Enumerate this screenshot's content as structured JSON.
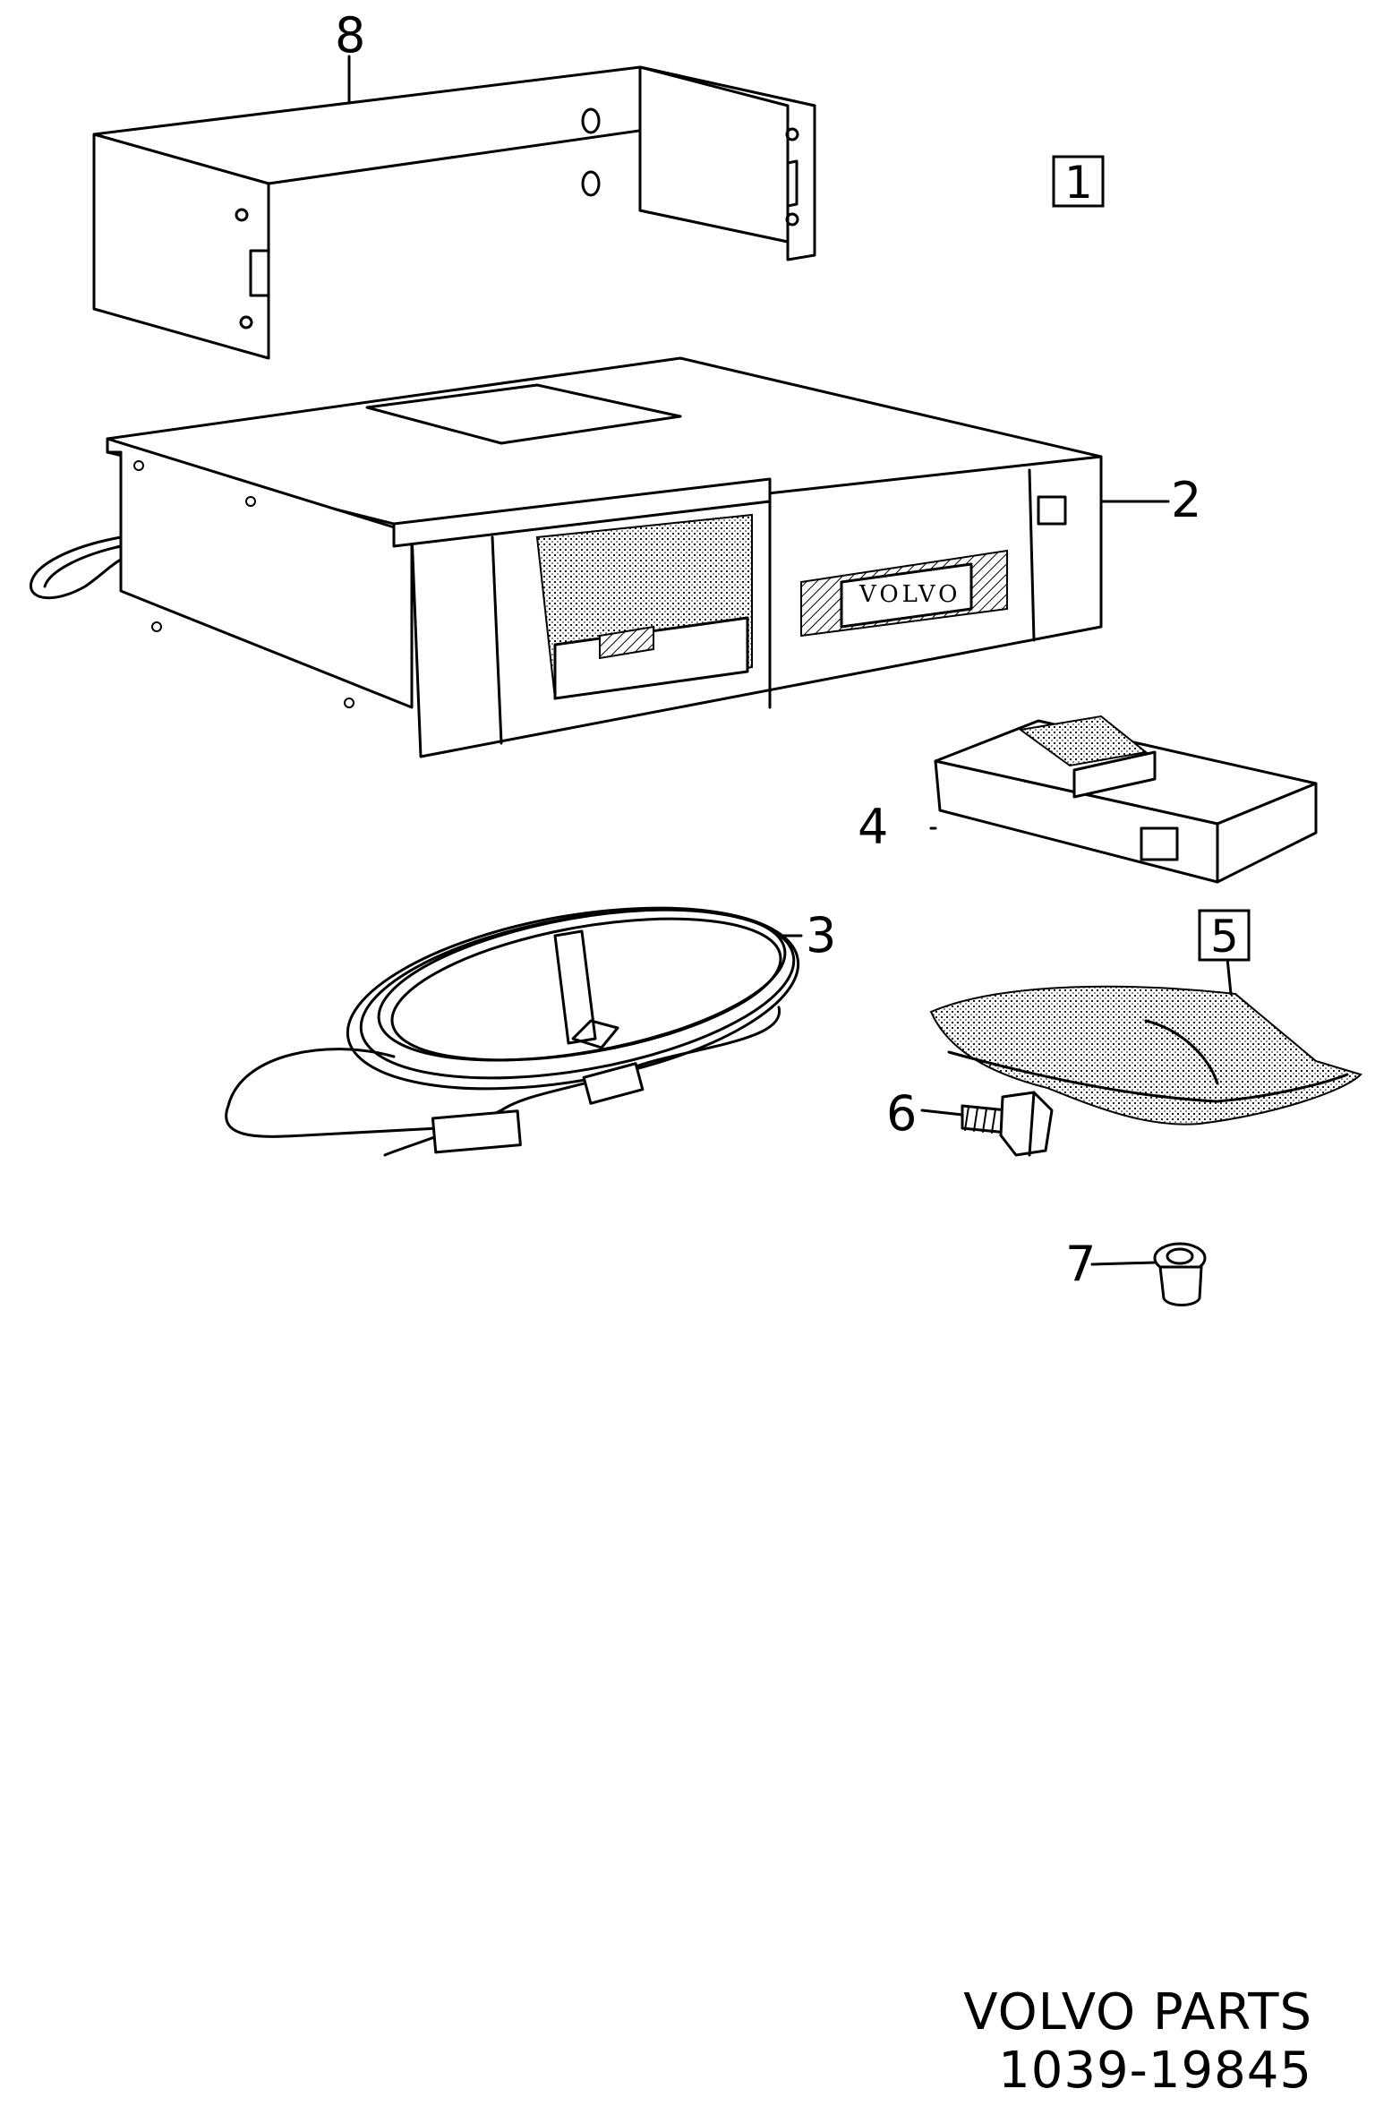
{
  "diagram": {
    "callouts": {
      "item_1": "1",
      "item_2": "2",
      "item_3": "3",
      "item_4": "4",
      "item_5": "5",
      "item_6": "6",
      "item_7": "7",
      "item_8": "8"
    },
    "unit_logo_text": "VOLVO"
  },
  "footer": {
    "brand": "VOLVO PARTS",
    "reference": "1039-19845"
  }
}
